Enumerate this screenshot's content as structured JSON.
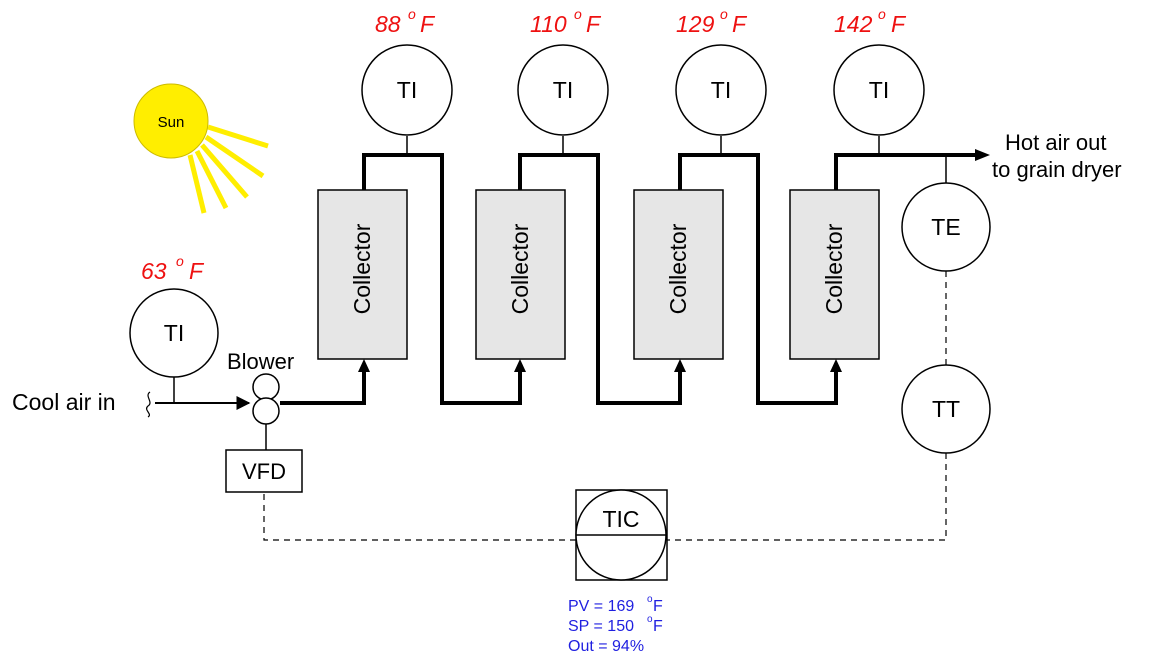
{
  "inlet": {
    "label": "Cool air in",
    "temp_value": "63",
    "temp_unit": "F",
    "indicator_tag": "TI"
  },
  "sun": {
    "label": "Sun",
    "color": "#ffee00"
  },
  "blower": {
    "label": "Blower",
    "drive_tag": "VFD"
  },
  "collectors": {
    "label": "Collector",
    "fill": "#e6e6e6",
    "items": [
      {
        "ti_tag": "TI",
        "temp_value": "88",
        "temp_unit": "F"
      },
      {
        "ti_tag": "TI",
        "temp_value": "110",
        "temp_unit": "F"
      },
      {
        "ti_tag": "TI",
        "temp_value": "129",
        "temp_unit": "F"
      },
      {
        "ti_tag": "TI",
        "temp_value": "142",
        "temp_unit": "F"
      }
    ]
  },
  "outlet": {
    "line1": "Hot air out",
    "line2": "to grain dryer"
  },
  "control_loop": {
    "element_tag": "TE",
    "transmitter_tag": "TT",
    "controller_tag": "TIC",
    "readout": {
      "pv_label": "PV = 169",
      "sp_label": "SP = 150",
      "unit": "F",
      "out_label": "Out = 94%"
    }
  },
  "colors": {
    "temperature_text": "#ee1111",
    "controller_text": "#1f1fe0"
  }
}
